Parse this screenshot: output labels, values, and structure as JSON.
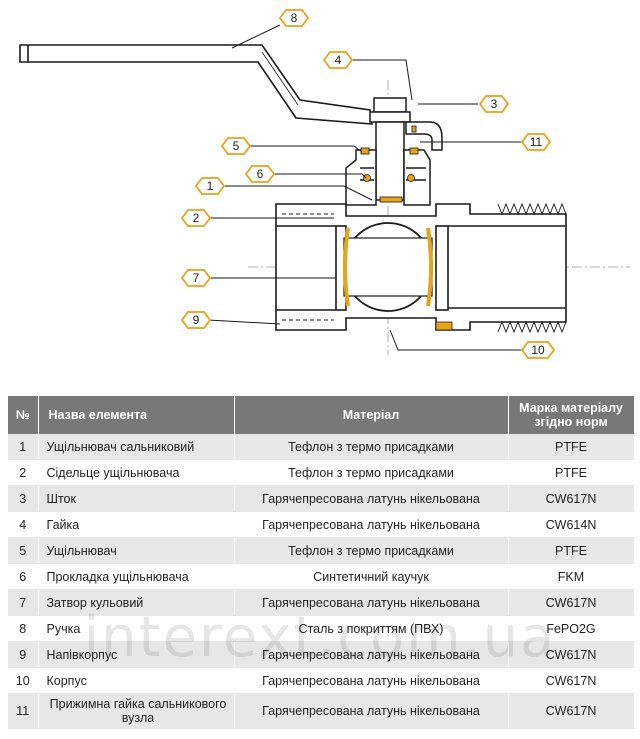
{
  "diagram": {
    "callouts": [
      "1",
      "2",
      "3",
      "4",
      "5",
      "6",
      "7",
      "8",
      "9",
      "10",
      "11"
    ],
    "accent_color": "#e8a317",
    "line_color": "#1a1a1a",
    "fill_color": "#ffffff"
  },
  "table": {
    "headers": {
      "num": "№",
      "name": "Назва елемента",
      "material": "Матеріал",
      "mark_line1": "Марка матеріалу",
      "mark_line2": "згідно норм"
    },
    "rows": [
      {
        "num": "1",
        "name": "Ущільнювач сальниковий",
        "material": "Тефлон з термо присадками",
        "mark": "PTFE"
      },
      {
        "num": "2",
        "name": "Сідельце ущільнювача",
        "material": "Тефлон з термо присадками",
        "mark": "PTFE"
      },
      {
        "num": "3",
        "name": "Шток",
        "material": "Гарячепресована латунь нікельована",
        "mark": "CW617N"
      },
      {
        "num": "4",
        "name": "Гайка",
        "material": "Гарячепресована латунь нікельована",
        "mark": "CW614N"
      },
      {
        "num": "5",
        "name": "Ущільнювач",
        "material": "Тефлон з термо присадками",
        "mark": "PTFE"
      },
      {
        "num": "6",
        "name": "Прокладка ущільнювача",
        "material": "Синтетичний каучук",
        "mark": "FKM"
      },
      {
        "num": "7",
        "name": "Затвор кульовий",
        "material": "Гарячепресована латунь нікельована",
        "mark": "CW617N"
      },
      {
        "num": "8",
        "name": "Ручка",
        "material": "Сталь з покриттям (ПВХ)",
        "mark": "FePO2G"
      },
      {
        "num": "9",
        "name": "Напівкорпус",
        "material": "Гарячепресована латунь нікельована",
        "mark": "CW617N"
      },
      {
        "num": "10",
        "name": "Корпус",
        "material": "Гарячепресована латунь нікельована",
        "mark": "CW617N"
      },
      {
        "num": "11",
        "name": "Прижимна гайка сальникового вузла",
        "material": "Гарячепресована латунь нікельована",
        "mark": "CW617N"
      }
    ]
  },
  "watermark": "interext.com.ua"
}
